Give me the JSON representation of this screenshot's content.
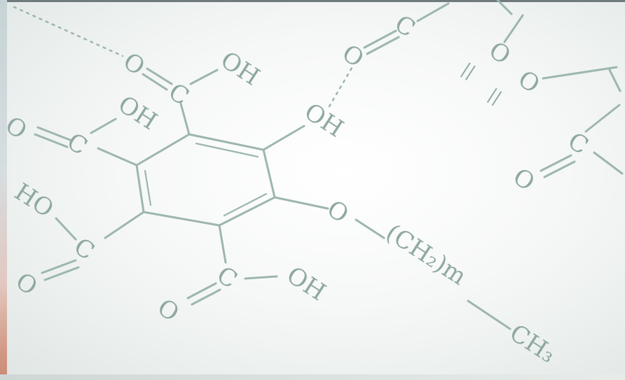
{
  "image": {
    "subject": "chemical-structure-photo",
    "palette": {
      "paper": "#f6f8f7",
      "ink": "#9db6af",
      "frame": "#6f7a7c"
    },
    "labels": {
      "oh_top": "OH",
      "oh_upper_left": "OH",
      "oh_right": "OH",
      "oh_bottom": "OH",
      "ho_left": "HO",
      "ch2m": "(CH₂)m",
      "ch3": "CH₃",
      "c": "C",
      "o": "O"
    }
  }
}
